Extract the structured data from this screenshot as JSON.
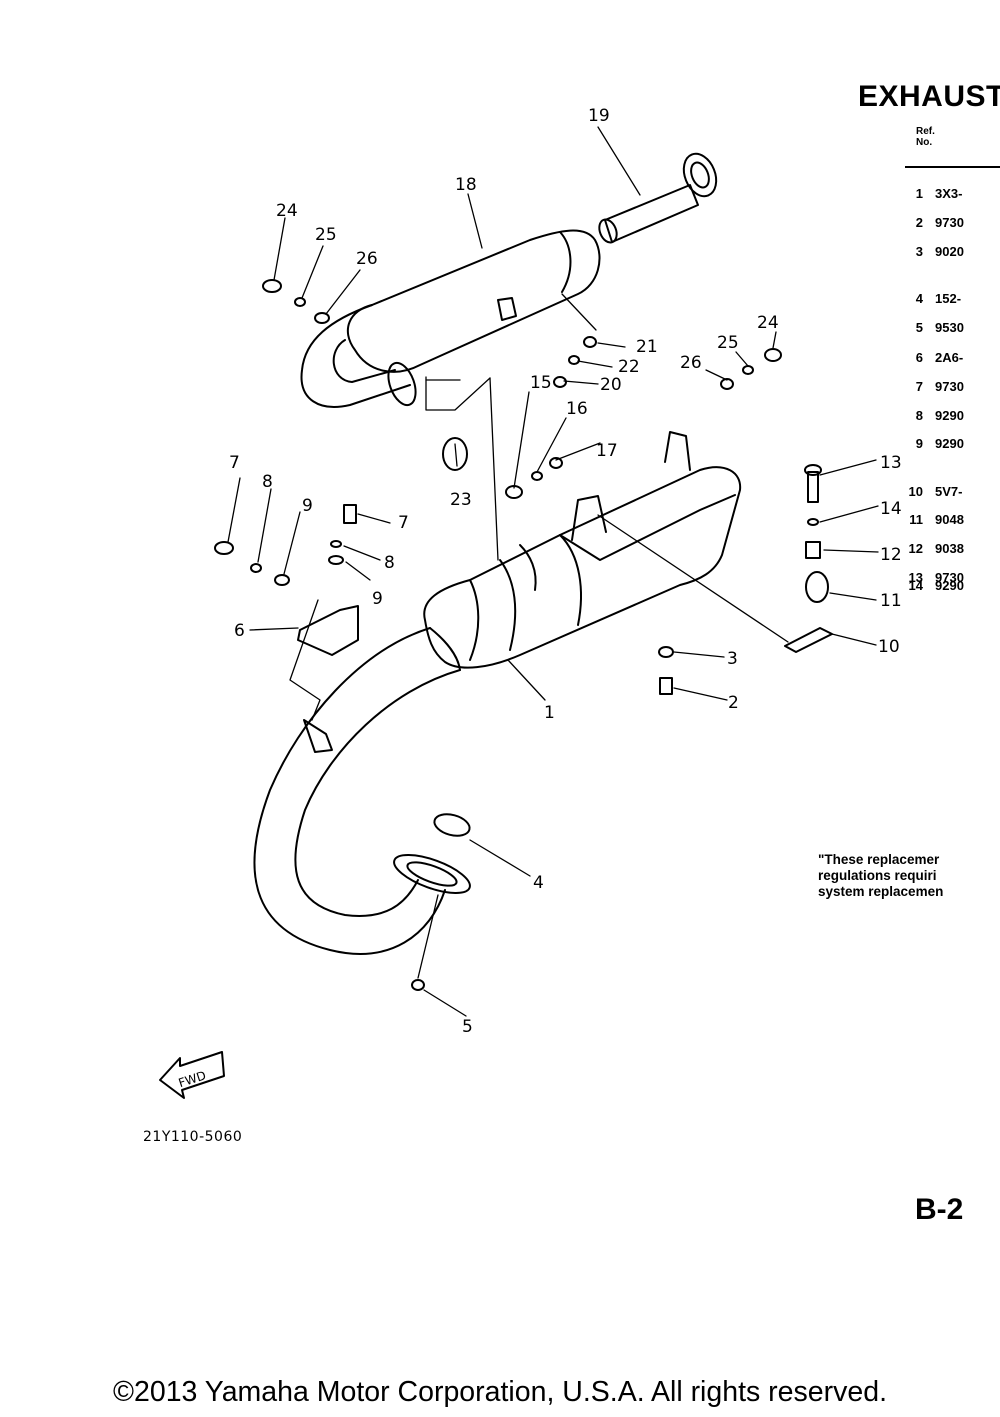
{
  "section_title": "EXHAUST",
  "table_header": {
    "ref": "Ref.",
    "no": "No."
  },
  "parts": [
    {
      "ref": "1",
      "part": "3X3-"
    },
    {
      "ref": "2",
      "part": "9730"
    },
    {
      "ref": "3",
      "part": "9020"
    },
    {
      "ref": "4",
      "part": "152-"
    },
    {
      "ref": "5",
      "part": "9530"
    },
    {
      "ref": "6",
      "part": "2A6-"
    },
    {
      "ref": "7",
      "part": "9730"
    },
    {
      "ref": "8",
      "part": "9290"
    },
    {
      "ref": "9",
      "part": "9290"
    },
    {
      "ref": "10",
      "part": "5V7-"
    },
    {
      "ref": "11",
      "part": "9048"
    },
    {
      "ref": "12",
      "part": "9038"
    },
    {
      "ref": "13",
      "part": "9730"
    },
    {
      "ref": "14",
      "part": "9290"
    }
  ],
  "note_lines": [
    "\"These replacemer",
    "regulations  requiri",
    "system replacemen"
  ],
  "callouts": [
    "1",
    "2",
    "3",
    "4",
    "5",
    "6",
    "7",
    "8",
    "9",
    "10",
    "11",
    "12",
    "13",
    "14",
    "15",
    "16",
    "17",
    "18",
    "19",
    "20",
    "21",
    "22",
    "23",
    "24",
    "25",
    "26",
    "7",
    "8",
    "9",
    "24",
    "25",
    "26"
  ],
  "fwd_label": "FWD",
  "diagram_code": "21Y110-5060",
  "page_id": "B-2",
  "copyright": "©2013 Yamaha Motor Corporation, U.S.A. All rights reserved."
}
